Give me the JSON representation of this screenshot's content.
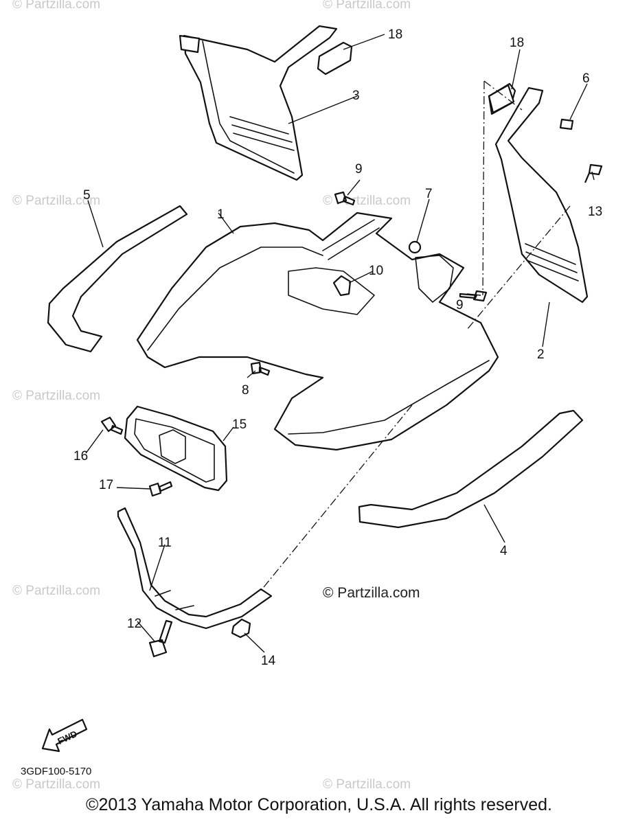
{
  "callouts": [
    "1",
    "2",
    "3",
    "4",
    "5",
    "6",
    "7",
    "8",
    "9",
    "9",
    "10",
    "11",
    "12",
    "13",
    "14",
    "15",
    "16",
    "17",
    "18",
    "18"
  ],
  "watermark": "© Partzilla.com",
  "watermark_main": "© Partzilla.com",
  "fwd_label": "FWD",
  "diagram_code": "3GDF100-5170",
  "copyright": "©2013 Yamaha Motor Corporation, U.S.A. All rights reserved."
}
